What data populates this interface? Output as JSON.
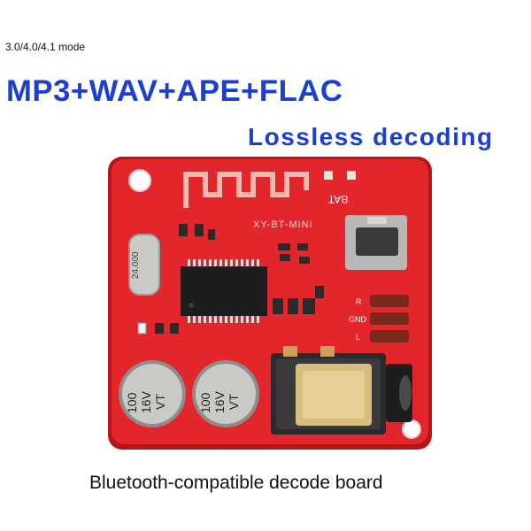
{
  "header": {
    "mode_text": "3.0/4.0/4.1 mode",
    "headline": "MP3+WAV+APE+FLAC",
    "subheadline": "Lossless decoding"
  },
  "board": {
    "model_label": "XY-BT-MINI",
    "bat_label": "BAT",
    "crystal_label": "24.000",
    "audio_labels": [
      "R",
      "GND",
      "L"
    ],
    "capacitor_1": {
      "value": "100",
      "voltage": "16V",
      "series": "VT"
    },
    "capacitor_2": {
      "value": "100",
      "voltage": "16V",
      "series": "VT"
    }
  },
  "caption": "Bluetooth-compatible decode board",
  "colors": {
    "headline": "#1a3fd6",
    "subheadline": "#1a3fd6",
    "board_red": "#e2262b",
    "board_edge": "#b51519",
    "chip": "#1d1d1f",
    "metal": "#c9c9c6"
  }
}
